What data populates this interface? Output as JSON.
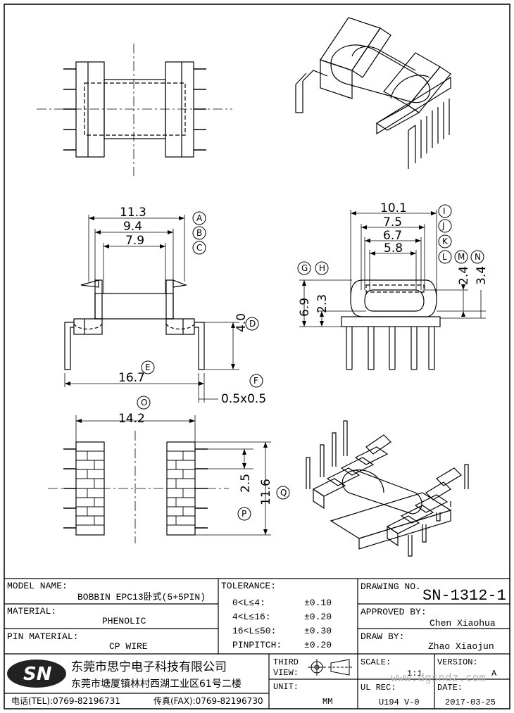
{
  "dimensions": {
    "d11_3": "11.3",
    "d9_4": "9.4",
    "d7_9": "7.9",
    "d4_0": "4.0",
    "d16_7": "16.7",
    "d0_5x0_5": "0.5x0.5",
    "d14_2": "14.2",
    "d2_5": "2.5",
    "d11_6": "11.6",
    "d10_1": "10.1",
    "d7_5": "7.5",
    "d6_7": "6.7",
    "d5_8": "5.8",
    "d2_4": "2.4",
    "d3_4": "3.4",
    "d6_9": "6.9",
    "d2_3": "2.3"
  },
  "labels": {
    "A": "A",
    "B": "B",
    "C": "C",
    "D": "D",
    "E": "E",
    "F": "F",
    "G": "G",
    "H": "H",
    "I": "I",
    "J": "J",
    "K": "K",
    "L": "L",
    "M": "M",
    "N": "N",
    "O": "O",
    "P": "P",
    "Q": "Q"
  },
  "title_block": {
    "model_label": "MODEL NAME:",
    "model_value": "BOBBIN EPC13卧式(5+5PIN)",
    "material_label": "MATERIAL:",
    "material_value": "PHENOLIC",
    "pin_material_label": "PIN MATERIAL:",
    "pin_material_value": "CP WIRE",
    "tolerance_label": "TOLERANCE:",
    "tol_rows": [
      {
        "range": "0<L≤4:",
        "value": "±0.10"
      },
      {
        "range": "4<L≤16:",
        "value": "±0.20"
      },
      {
        "range": "16<L≤50:",
        "value": "±0.30"
      },
      {
        "range": "PINPITCH:",
        "value": "±0.20"
      }
    ],
    "drawing_no_label": "DRAWING NO.",
    "drawing_no": "SN-1312-1",
    "approved_label": "APPROVED BY:",
    "approved_by": "Chen  Xiaohua",
    "draw_label": "DRAW BY:",
    "draw_by": "Zhao  Xiaojun",
    "third_view_label": "THIRD",
    "third_view_label2": "VIEW:",
    "unit_label": "UNIT:",
    "unit_value": "MM",
    "scale_label": "SCALE:",
    "scale_value": "1:1",
    "version_label": "VERSION:",
    "version_value": "A",
    "ul_rec_label": "UL REC:",
    "ul_rec_value": "U194 V-0",
    "date_label": "DATE:",
    "date_value": "2017-03-25",
    "logo_text": "SN",
    "company_name": "东莞市思宁电子科技有限公司",
    "company_address": "东莞市塘厦镇林村西湖工业区61号二楼",
    "tel": "电话(TEL):0769-82196731",
    "fax": "传真(FAX):0769-82196730",
    "watermark": "www.dgsndz.com"
  }
}
